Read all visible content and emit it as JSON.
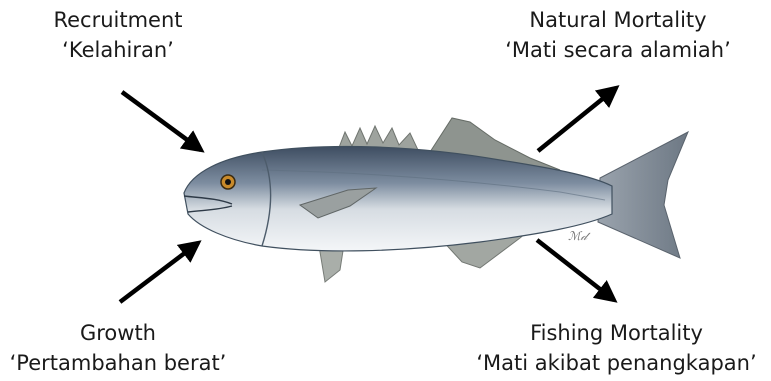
{
  "inputs": {
    "recruitment": {
      "title": "Recruitment",
      "subtitle": "‘Kelahiran’"
    },
    "growth": {
      "title": "Growth",
      "subtitle": "‘Pertambahan berat’"
    }
  },
  "outputs": {
    "natural_mortality": {
      "title": "Natural Mortality",
      "subtitle": "‘Mati secara alamiah’"
    },
    "fishing_mortality": {
      "title": "Fishing Mortality",
      "subtitle": "‘Mati akibat penangkapan’"
    }
  },
  "illustration": {
    "subject": "fish-illustration",
    "signature": "ℳ𝒹"
  },
  "colors": {
    "arrow": "#000000",
    "fish_back": "#4a5a6e",
    "fish_belly": "#eef1f4",
    "fin": "#8a8f8a",
    "eye": "#c98a2a"
  }
}
